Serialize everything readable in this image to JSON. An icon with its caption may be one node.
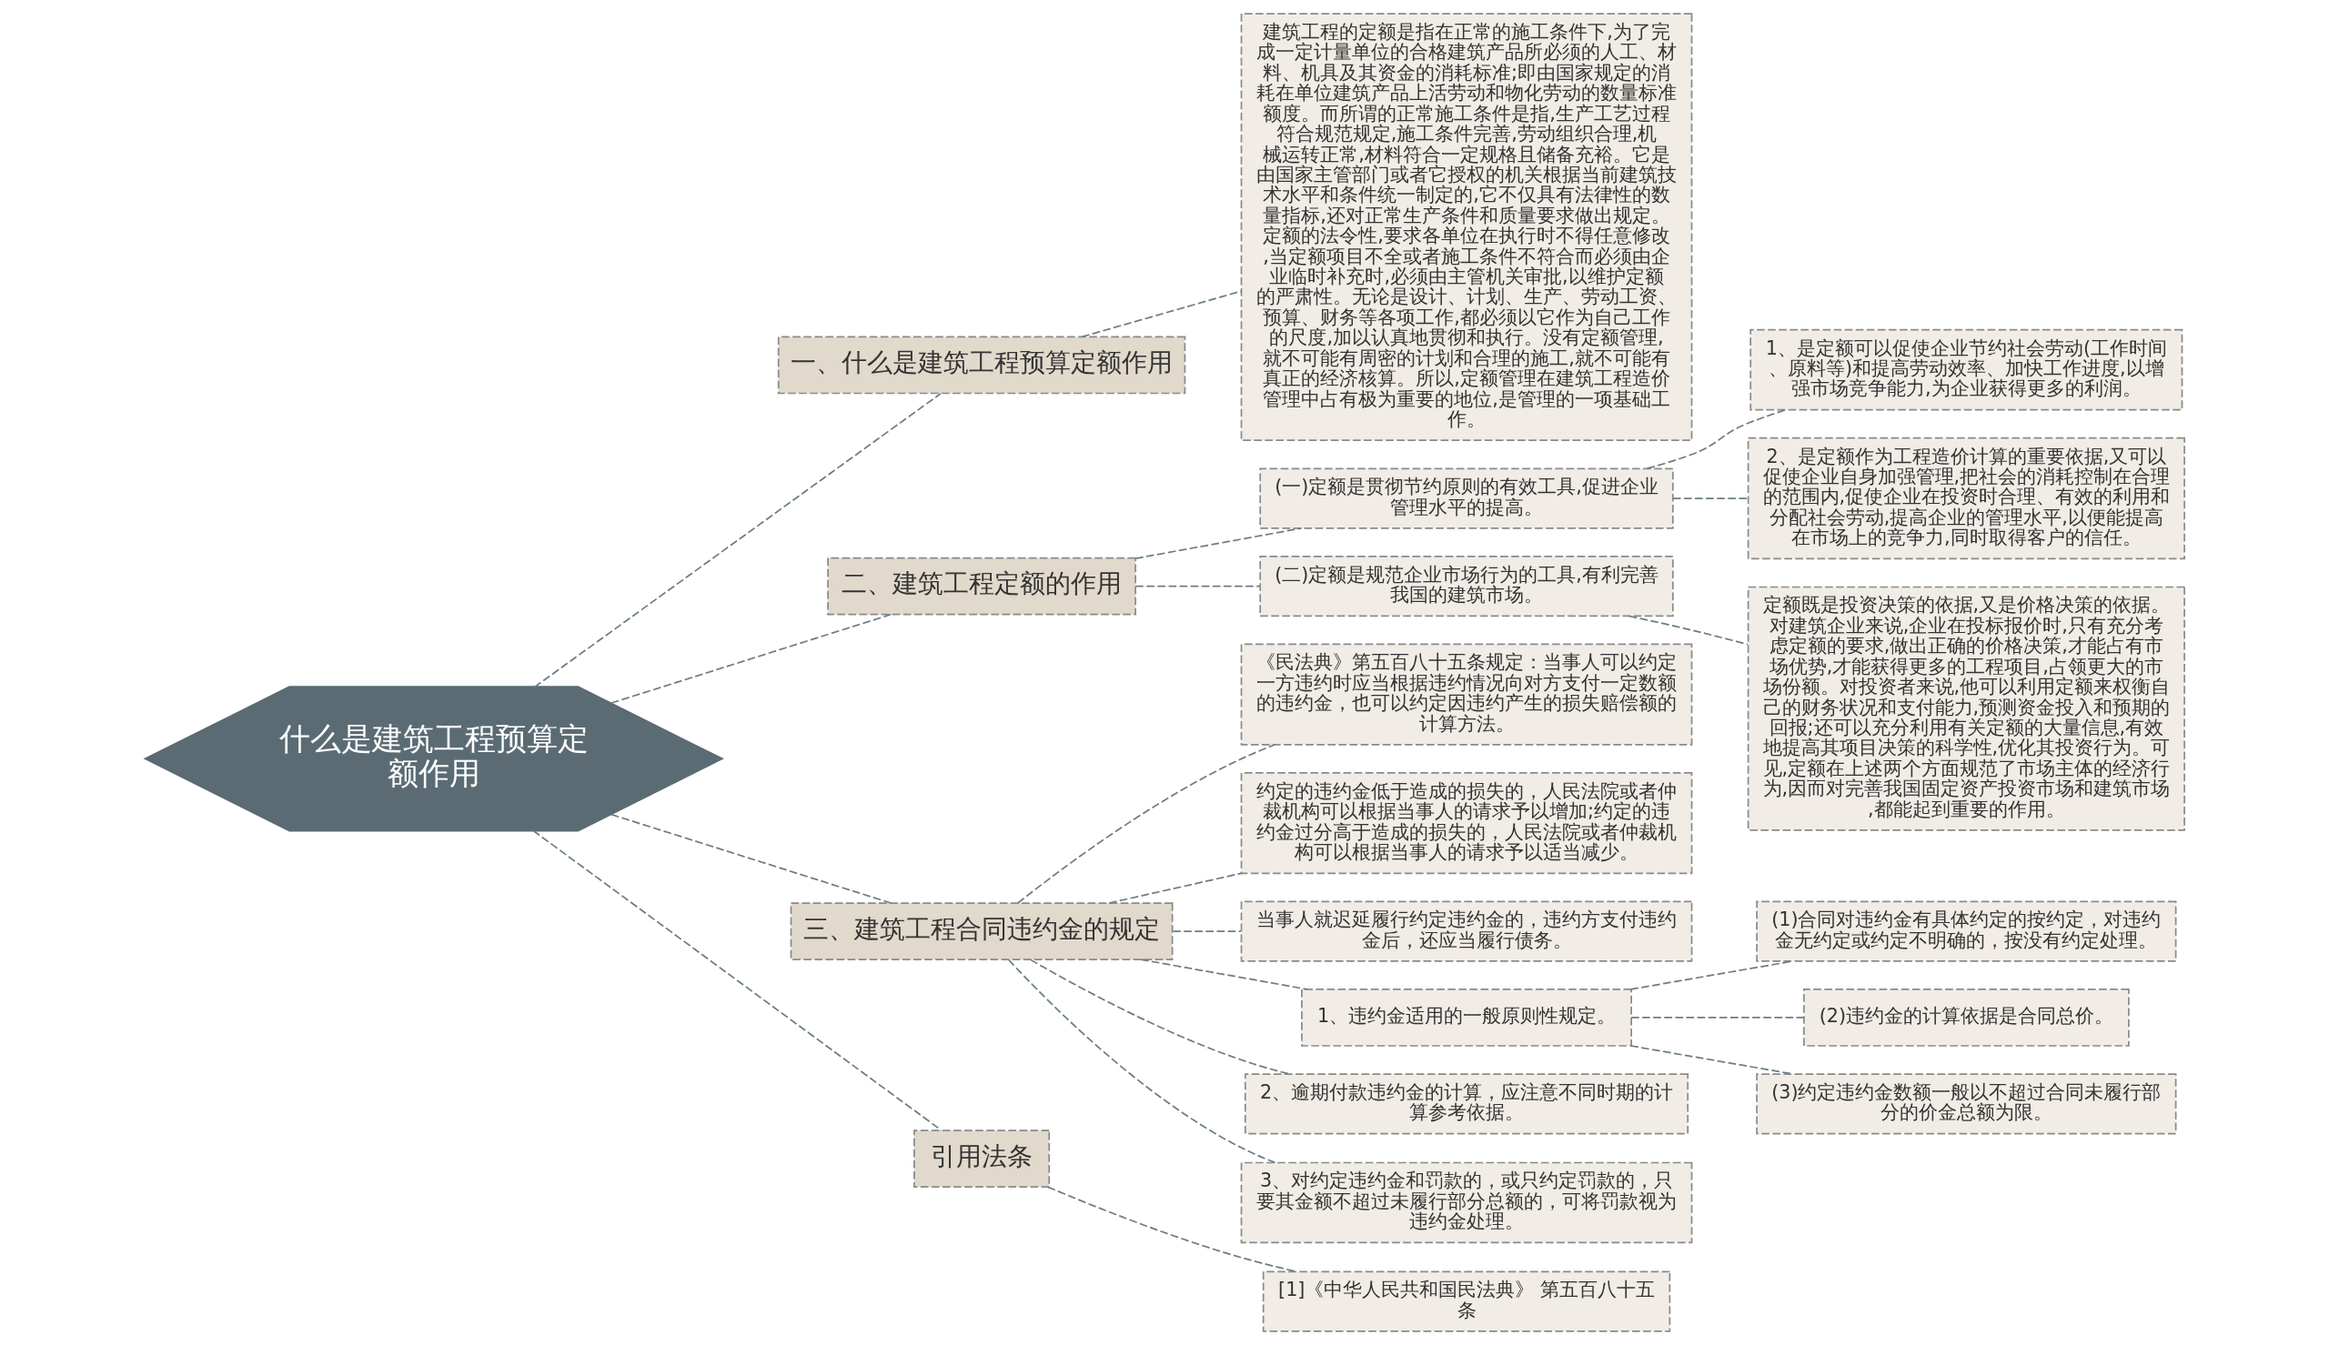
{
  "diagram": {
    "nodes": [
      {
        "text": [
          "什么是建筑工程预算定额作用"
        ]
      },
      {
        "text": [
          "一、什么是建筑工程预算定额作用"
        ]
      },
      {
        "text": [
          "建筑工程的定额是指在正常的施工条件下,为了完成一定计量单位的合格建筑产品所必须的人工、材料、机具及其资金的消耗标准;即由国家规定的消耗在单位建筑产品上活劳动和物化劳动的数量标准额度。而所谓的正常施工条件是指,生产工艺过程符合规范规定,施工条件完善,劳动组织合理,机械运转正常,材料符合一定规格且储备充裕。它是由国家主管部门或者它授权的机关根据当前建筑技术水平和条件统一制定的,它不仅具有法律性的数量指标,还对正常生产条件和质量要求做出规定。定额的法令性,要求各单位在执行时不得任意修改,当定额项目不全或者施工条件不符合而必须由企业临时补充时,必须由主管机关审批,以维护定额的严肃性。无论是设计、计划、生产、劳动工资、预算、财务等各项工作,都必须以它作为自己工作的尺度,加以认真地贯彻和执行。没有定额管理,就不可能有周密的计划和合理的施工,就不可能有真正的经济核算。所以,定额管理在建筑工程造价管理中占有极为重要的地位,是管理的一项基础工作。"
        ]
      },
      {
        "text": [
          "二、建筑工程定额的作用"
        ]
      },
      {
        "text": [
          "(一)定额是贯彻节约原则的有效工具,促进企业管理水平的提高。"
        ]
      },
      {
        "text": [
          "1、是定额可以促使企业节约社会劳动(工作时间、原料等)和提高劳动效率、加快工作进度,以增强市场竞争能力,为企业获得更多的利润。"
        ]
      },
      {
        "text": [
          "2、是定额作为工程造价计算的重要依据,又可以促使企业自身加强管理,把社会的消耗控制在合理的范围内,促使企业在投资时合理、有效的利用和分配社会劳动,提高企业的管理水平,以便能提高在市场上的竞争力,同时取得客户的信任。"
        ]
      },
      {
        "text": [
          "(二)定额是规范企业市场行为的工具,有利完善我国的建筑市场。"
        ]
      },
      {
        "text": [
          "定额既是投资决策的依据,又是价格决策的依据。对建筑企业来说,企业在投标报价时,只有充分考虑定额的要求,做出正确的价格决策,才能占有市场优势,才能获得更多的工程项目,占领更大的市场份额。对投资者来说,他可以利用定额来权衡自己的财务状况和支付能力,预测资金投入和预期的回报;还可以充分利用有关定额的大量信息,有效地提高其项目决策的科学性,优化其投资行为。可见,定额在上述两个方面规范了市场主体的经济行为,因而对完善我国固定资产投资市场和建筑市场,都能起到重要的作用。"
        ]
      },
      {
        "text": [
          "三、建筑工程合同违约金的规定"
        ]
      },
      {
        "text": [
          "《民法典》第五百八十五条规定：当事人可以约定一方违约时应当根据违约情况向对方支付一定数额的违约金，也可以约定因违约产生的损失赔偿额的计算方法。"
        ]
      },
      {
        "text": [
          "约定的违约金低于造成的损失的，人民法院或者仲裁机构可以根据当事人的请求予以增加;约定的违约金过分高于造成的损失的，人民法院或者仲裁机构可以根据当事人的请求予以适当减少。"
        ]
      },
      {
        "text": [
          "当事人就迟延履行约定违约金的，违约方支付违约金后，还应当履行债务。"
        ]
      },
      {
        "text": [
          "1、违约金适用的一般原则性规定。"
        ]
      },
      {
        "text": [
          "(1)合同对违约金有具体约定的按约定，对违约金无约定或约定不明确的，按没有约定处理。"
        ]
      },
      {
        "text": [
          "(2)违约金的计算依据是合同总价。"
        ]
      },
      {
        "text": [
          "(3)约定违约金数额一般以不超过合同未履行部分的价金总额为限。"
        ]
      },
      {
        "text": [
          "2、逾期付款违约金的计算，应注意不同时期的计算参考依据。"
        ]
      },
      {
        "text": [
          "3、对约定违约金和罚款的，或只约定罚款的，只要其金额不超过未履行部分总额的，可将罚款视为违约金处理。"
        ]
      },
      {
        "text": [
          "引用法条"
        ]
      },
      {
        "text": [
          "[1]《中华人民共和国民法典》 第五百八十五条"
        ]
      }
    ],
    "edges": [
      {
        "from": 0,
        "to": 1,
        "arrow": "none",
        "style": "dashed"
      },
      {
        "from": 1,
        "to": 2,
        "arrow": "none",
        "style": "dashed"
      },
      {
        "from": 0,
        "to": 3,
        "arrow": "none",
        "style": "dashed"
      },
      {
        "from": 3,
        "to": 4,
        "arrow": "none",
        "style": "dashed"
      },
      {
        "from": 4,
        "to": 5,
        "arrow": "none",
        "style": "dashed"
      },
      {
        "from": 4,
        "to": 6,
        "arrow": "none",
        "style": "dashed"
      },
      {
        "from": 3,
        "to": 7,
        "arrow": "none",
        "style": "dashed"
      },
      {
        "from": 7,
        "to": 8,
        "arrow": "none",
        "style": "dashed"
      },
      {
        "from": 0,
        "to": 9,
        "arrow": "none",
        "style": "dashed"
      },
      {
        "from": 9,
        "to": 10,
        "arrow": "none",
        "style": "dashed"
      },
      {
        "from": 9,
        "to": 11,
        "arrow": "none",
        "style": "dashed"
      },
      {
        "from": 9,
        "to": 12,
        "arrow": "none",
        "style": "dashed"
      },
      {
        "from": 9,
        "to": 13,
        "arrow": "none",
        "style": "dashed"
      },
      {
        "from": 13,
        "to": 14,
        "arrow": "none",
        "style": "dashed"
      },
      {
        "from": 13,
        "to": 15,
        "arrow": "none",
        "style": "dashed"
      },
      {
        "from": 13,
        "to": 16,
        "arrow": "none",
        "style": "dashed"
      },
      {
        "from": 9,
        "to": 17,
        "arrow": "none",
        "style": "dashed"
      },
      {
        "from": 9,
        "to": 18,
        "arrow": "none",
        "style": "dashed"
      },
      {
        "from": 0,
        "to": 19,
        "arrow": "none",
        "style": "dashed"
      },
      {
        "from": 19,
        "to": 20,
        "arrow": "none",
        "style": "dashed"
      }
    ]
  }
}
